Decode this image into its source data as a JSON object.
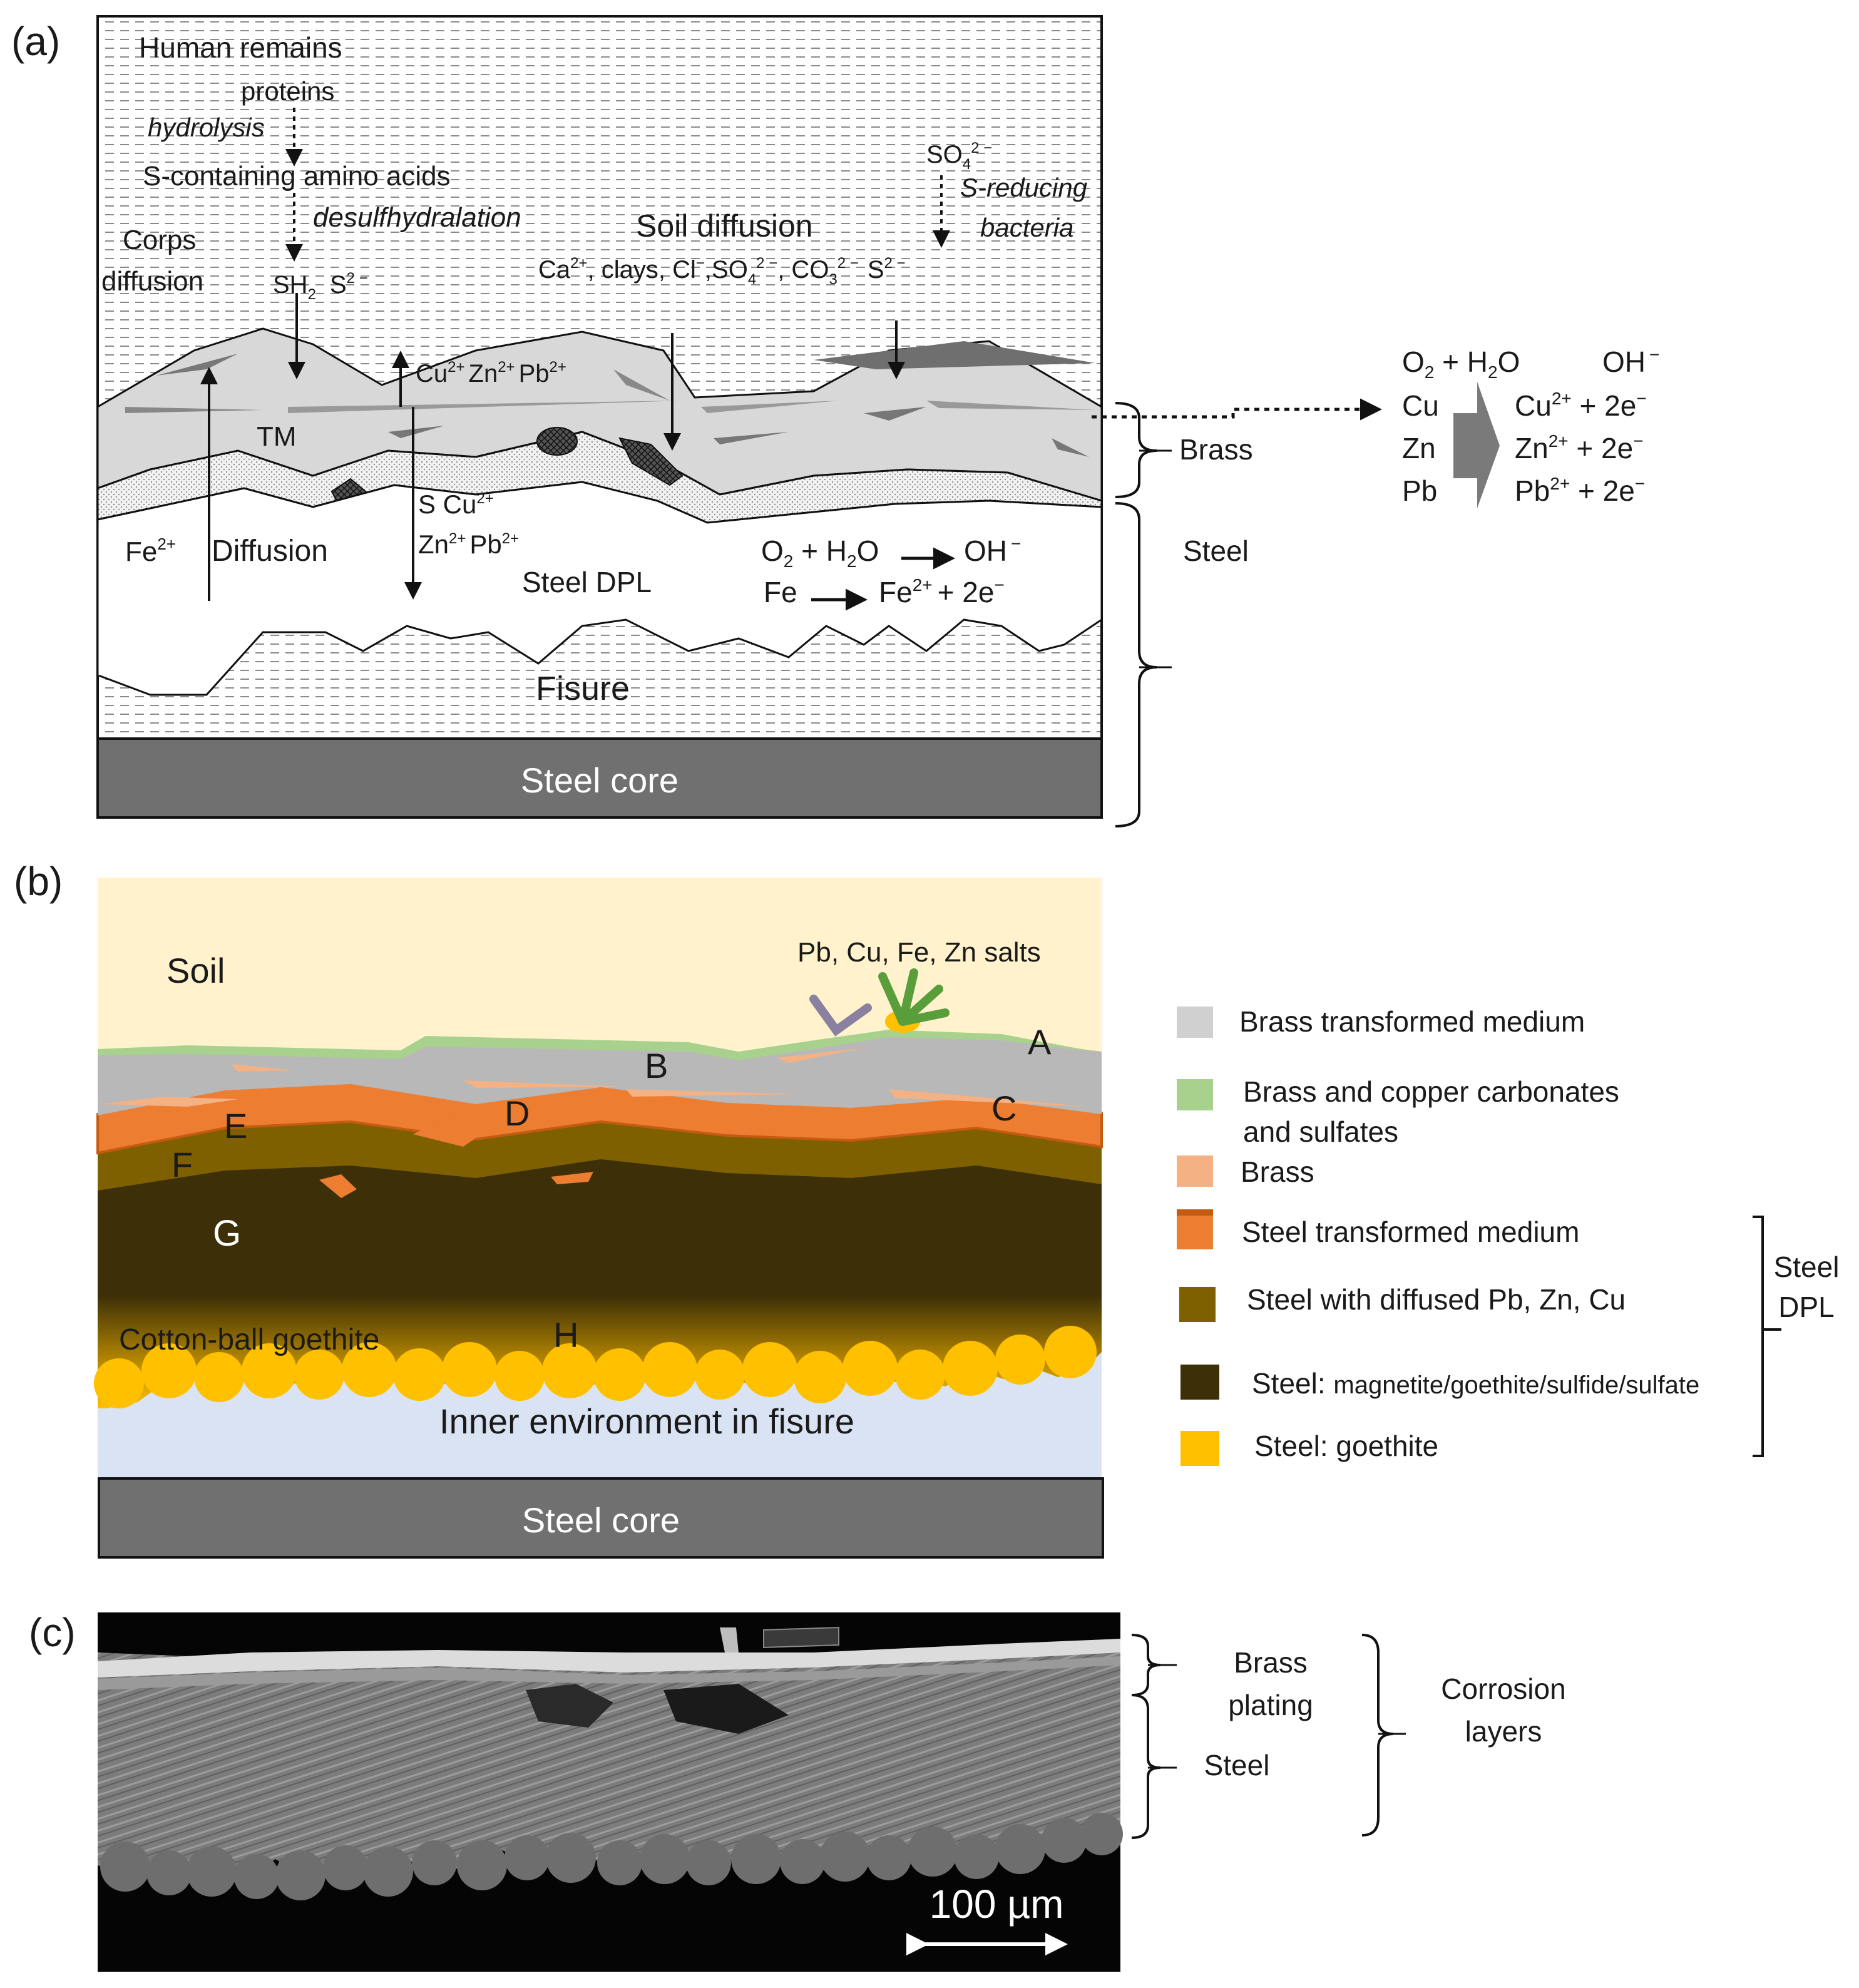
{
  "panels": {
    "a": {
      "label": "(a)",
      "top": {
        "human_remains": "Human remains",
        "proteins": "proteins",
        "hydrolysis": "hydrolysis",
        "amino_acids": "S-containing amino acids",
        "desulf": "desulfhydralation",
        "corps": "Corps",
        "corps_diffusion": "diffusion",
        "sh2": "SH",
        "sh2_sub": "2",
        "s2": "S",
        "s2_sup": "2 −",
        "soil_diffusion": "Soil diffusion",
        "so4_top": "SO",
        "so4_sub": "4",
        "so4_sup": "2 −",
        "s_reducing": "S-reducing",
        "bacteria": "bacteria",
        "ions_line": {
          "ca": "Ca",
          "ca_sup": "2+",
          "clays": ", clays, ",
          "cl": "Cl",
          "cl_sup": "−",
          "so4": ",SO",
          "so4_sub": "4",
          "so4_sup": "2 −",
          "co3": ", CO",
          "co3_sub": "3",
          "co3_sup": "2 −",
          "s": "S",
          "s_sup": "2 −"
        }
      },
      "brass_zone": {
        "ions": {
          "cu": "Cu",
          "cu_sup": "2+",
          "zn": "Zn",
          "zn_sup": "2+",
          "pb": "Pb",
          "pb_sup": "2+"
        },
        "tm": "TM"
      },
      "steel_zone": {
        "fe": "Fe",
        "fe_sup": "2+",
        "diffusion": "Diffusion",
        "s_cu": "S Cu",
        "s_cu_sup": "2+",
        "zn": "Zn",
        "zn_sup": "2+",
        "pb": "Pb",
        "pb_sup": "2+",
        "steel_dpl": "Steel DPL",
        "reaction1": {
          "o2": "O",
          "o2_sub": "2",
          "plus_h2o": " + H",
          "h2o_sub": "2",
          "o": "O",
          "oh": "OH",
          "oh_sup": "−"
        },
        "reaction2": {
          "fe": "Fe",
          "fe2": "Fe",
          "fe2_sup": "2+",
          "rest": "+ 2e",
          "e_sup": "−"
        },
        "fisure": "Fisure"
      },
      "core": "Steel core",
      "bracket_labels": {
        "brass": "Brass",
        "steel": "Steel"
      },
      "side_reactions": {
        "o2": "O",
        "o2_sub": "2",
        "h2o": " + H",
        "h2o_sub": "2",
        "o": "O",
        "oh": "OH",
        "oh_sup": "−",
        "metals": [
          "Cu",
          "Zn",
          "Pb"
        ],
        "products": [
          {
            "ion": "Cu",
            "sup": "2+",
            "rest": " + 2e",
            "e_sup": "−"
          },
          {
            "ion": "Zn",
            "sup": "2+",
            "rest": " + 2e",
            "e_sup": "−"
          },
          {
            "ion": "Pb",
            "sup": "2+",
            "rest": " + 2e",
            "e_sup": "−"
          }
        ]
      }
    },
    "b": {
      "label": "(b)",
      "soil": "Soil",
      "salts": "Pb, Cu, Fe, Zn salts",
      "letters": [
        "A",
        "B",
        "C",
        "D",
        "E",
        "F",
        "G",
        "H"
      ],
      "cotton": "Cotton-ball goethite",
      "inner": "Inner environment in fisure",
      "core": "Steel core",
      "legend": [
        {
          "label": "Brass transformed medium",
          "color": "#d0d0d0"
        },
        {
          "label": "Brass and copper carbonates",
          "label2": "and sulfates",
          "color": "#a9d18e"
        },
        {
          "label": "Brass",
          "color": "#f4b183"
        },
        {
          "label": "Steel transformed medium",
          "color": "#ed7d31"
        },
        {
          "label": "Steel with diffused Pb, Zn, Cu",
          "color": "#7f6000"
        },
        {
          "label": "Steel: ",
          "label_small": "magnetite/goethite/sulfide/sulfate",
          "color": "#3d2f08"
        },
        {
          "label": "Steel: goethite",
          "color": "#ffc000"
        }
      ],
      "bracket": {
        "line1": "Steel",
        "line2": "DPL"
      }
    },
    "c": {
      "label": "(c)",
      "brass": "Brass",
      "plating": "plating",
      "steel": "Steel",
      "corrosion": "Corrosion",
      "layers": "layers",
      "scale": "100 µm"
    }
  },
  "colors": {
    "soil_b": "#fff2cc",
    "brass_tm": "#b8b8b8",
    "carbonates": "#a9d18e",
    "brass": "#f4b183",
    "steel_tm": "#ed7d31",
    "steel_diff": "#7f6000",
    "steel_mag": "#3d2f08",
    "goethite": "#ffc000",
    "inner": "#dae3f3",
    "core": "#707070"
  }
}
